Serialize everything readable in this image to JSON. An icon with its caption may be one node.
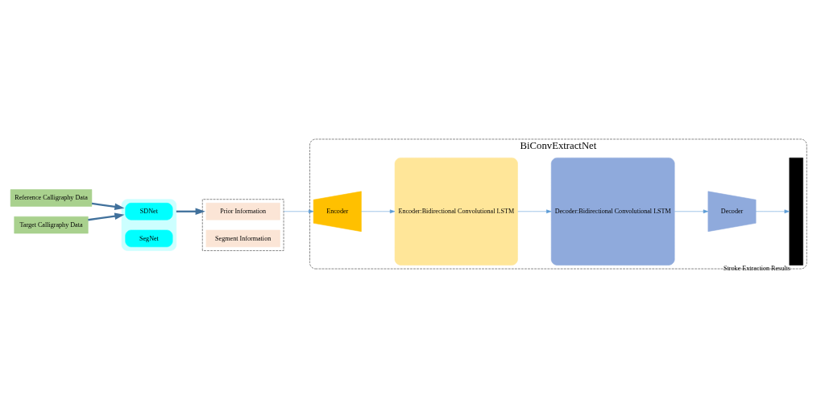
{
  "diagram": {
    "nodes": [
      {
        "text": [
          "Reference Calligraphy Data"
        ]
      },
      {
        "text": [
          "Target Calligraphy Data"
        ]
      },
      {
        "text": [],
        "shape": "box"
      },
      {
        "text": [
          "SDNet"
        ],
        "in": 2
      },
      {
        "text": [
          "SegNet"
        ],
        "in": 2
      },
      {
        "text": [],
        "shape": "box"
      },
      {
        "text": [
          "Prior Information"
        ],
        "in": 5
      },
      {
        "text": [
          "Segment Information"
        ],
        "in": 5
      },
      {
        "text": [
          "BiConvExtractNet"
        ]
      },
      {
        "text": [
          "Encoder"
        ],
        "in": 8
      },
      {
        "text": [
          "Encoder:Bidirectional Convolutional LSTM"
        ],
        "in": 8
      },
      {
        "text": [
          "Decoder:Bidirectional Convolutional LSTM"
        ],
        "in": 8
      },
      {
        "text": [
          "Decoder"
        ],
        "in": 8
      },
      {
        "text": [],
        "shape": "bar",
        "in": 8,
        "beside": [
          "Stroke Extraction Results"
        ]
      }
    ],
    "edges": [
      {
        "from": 0,
        "to": 2,
        "arrow": "to",
        "style": "thick",
        "color": "#41719c"
      },
      {
        "from": 1,
        "to": 2,
        "arrow": "to",
        "style": "thick",
        "color": "#41719c"
      },
      {
        "from": 2,
        "to": 5,
        "arrow": "to",
        "style": "thick",
        "color": "#41719c"
      },
      {
        "from": 5,
        "to": 9,
        "arrow": "to"
      },
      {
        "from": 9,
        "to": 10,
        "arrow": "to"
      },
      {
        "from": 10,
        "to": 11,
        "arrow": "to"
      },
      {
        "from": 11,
        "to": 12,
        "arrow": "to"
      },
      {
        "from": 12,
        "to": 13,
        "arrow": "to"
      }
    ]
  }
}
